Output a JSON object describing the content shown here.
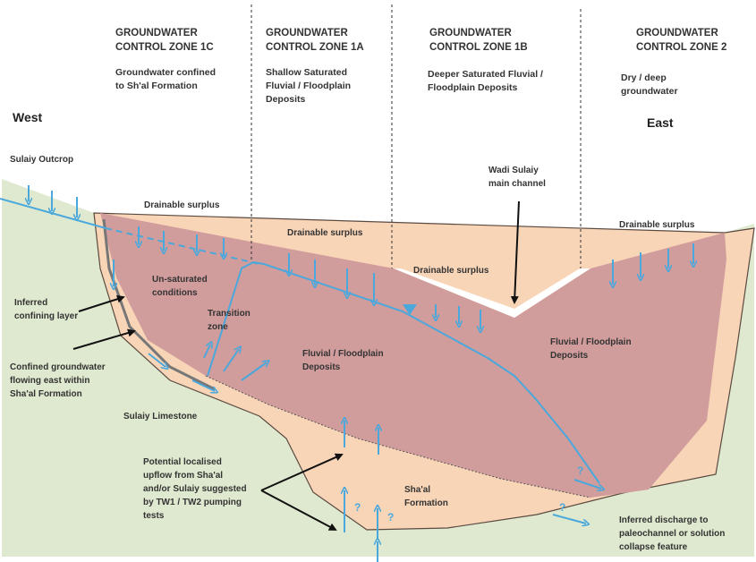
{
  "zones": [
    {
      "title_1": "GROUNDWATER",
      "title_2": "CONTROL ZONE 1C",
      "desc": [
        "Groundwater confined",
        "to Sh'al Formation"
      ]
    },
    {
      "title_1": "GROUNDWATER",
      "title_2": "CONTROL ZONE 1A",
      "desc": [
        "Shallow Saturated",
        "Fluvial / Floodplain",
        "Deposits"
      ]
    },
    {
      "title_1": "GROUNDWATER",
      "title_2": "CONTROL ZONE 1B",
      "desc": [
        "Deeper Saturated Fluvial /",
        "Floodplain Deposits"
      ]
    },
    {
      "title_1": "GROUNDWATER",
      "title_2": "CONTROL ZONE 2",
      "desc": [
        "Dry / deep",
        "groundwater"
      ]
    }
  ],
  "directions": {
    "west": "West",
    "east": "East"
  },
  "labels": {
    "sulaiy_outcrop": "Sulaiy Outcrop",
    "wadi": [
      "Wadi Sulaiy",
      "main channel"
    ],
    "drainable_surplus": "Drainable surplus",
    "unsaturated": [
      "Un-saturated",
      "conditions"
    ],
    "transition": [
      "Transition",
      "zone"
    ],
    "inferred_confining": [
      "Inferred",
      "confining layer"
    ],
    "confined_gw": [
      "Confined groundwater",
      "flowing east within",
      "Sha'al Formation"
    ],
    "sulaiy_limestone": "Sulaiy Limestone",
    "fluvial": [
      "Fluvial / Floodplain",
      "Deposits"
    ],
    "upflow": [
      "Potential localised",
      "upflow from Sha'al",
      "and/or Sulaiy suggested",
      "by TW1 / TW2 pumping",
      "tests"
    ],
    "shaal": [
      "Sha'al",
      "Formation"
    ],
    "discharge": [
      "Inferred discharge to",
      "paleochannel or solution",
      "collapse feature"
    ],
    "question": "?"
  },
  "colors": {
    "limestone": "#dfe9cf",
    "shaal": "#f9d5b8",
    "fluvial": "#d19c9c",
    "water": "#4aa8dc"
  }
}
